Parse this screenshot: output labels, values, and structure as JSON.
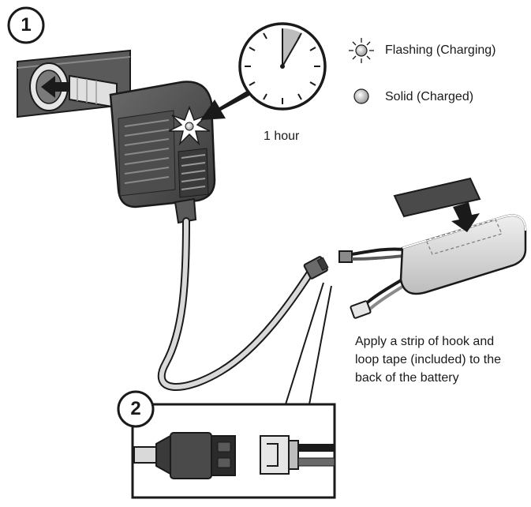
{
  "steps": {
    "step1": "1",
    "step2": "2"
  },
  "timer": {
    "label": "1 hour"
  },
  "legend": {
    "flashing": "Flashing (Charging)",
    "solid": "Solid (Charged)"
  },
  "instructions": {
    "tape_line1": "Apply a strip of hook and",
    "tape_line2": "loop tape (included) to the",
    "tape_line3": "back of the battery"
  },
  "colors": {
    "line": "#1a1a1a",
    "charger_body": "#4a4a4a",
    "charger_dark": "#2a2a2a",
    "battery": "#d9d9d9",
    "cable": "#c8c8c8",
    "wall": "#5a5a5a",
    "clock_wedge": "#bdbdbd"
  },
  "icons": {
    "flashing": "flashing-led-icon",
    "solid": "solid-led-icon",
    "arrow": "arrow-icon",
    "clock": "clock-icon"
  }
}
